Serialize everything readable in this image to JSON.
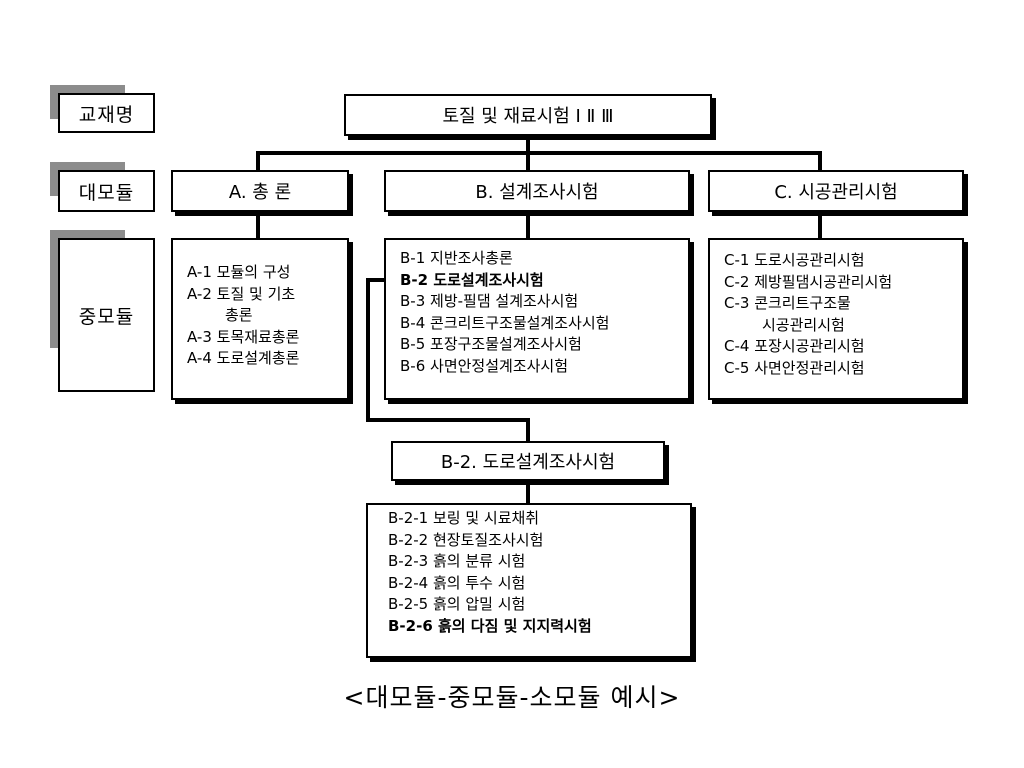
{
  "labels": {
    "textbook": "교재명",
    "large_module": "대모듈",
    "medium_module": "중모듈"
  },
  "root": {
    "title": "토질 및 재료시험 Ⅰ Ⅱ Ⅲ"
  },
  "modules": {
    "a": {
      "title": "A. 총  론",
      "items": [
        {
          "text": "A-1 모듈의 구성"
        },
        {
          "text": "A-2 토질 및 기초"
        },
        {
          "text": "총론",
          "indent": true
        },
        {
          "text": "A-3 토목재료총론"
        },
        {
          "text": "A-4 도로설계총론"
        }
      ]
    },
    "b": {
      "title": "B. 설계조사시험",
      "items": [
        {
          "text": "B-1 지반조사총론"
        },
        {
          "text": "B-2 도로설계조사시험",
          "bold": true
        },
        {
          "text": "B-3 제방-필댐 설계조사시험"
        },
        {
          "text": "B-4 콘크리트구조물설계조사시험"
        },
        {
          "text": "B-5 포장구조물설계조사시험"
        },
        {
          "text": "B-6 사면안정설계조사시험"
        }
      ]
    },
    "c": {
      "title": "C. 시공관리시험",
      "items": [
        {
          "text": "C-1 도로시공관리시험"
        },
        {
          "text": "C-2 제방필댐시공관리시험"
        },
        {
          "text": "C-3 콘크리트구조물"
        },
        {
          "text": "시공관리시험",
          "indent": true
        },
        {
          "text": "C-4 포장시공관리시험"
        },
        {
          "text": "C-5 사면안정관리시험"
        }
      ]
    }
  },
  "sub_module": {
    "title": "B-2. 도로설계조사시험",
    "items": [
      {
        "text": "B-2-1 보링 및 시료채취"
      },
      {
        "text": "B-2-2 현장토질조사시험"
      },
      {
        "text": "B-2-3 흙의 분류 시험"
      },
      {
        "text": "B-2-4 흙의 투수 시험"
      },
      {
        "text": "B-2-5 흙의 압밀 시험"
      },
      {
        "text": "B-2-6 흙의 다짐 및 지지력시험",
        "bold": true
      }
    ]
  },
  "caption": "<대모듈-중모듈-소모듈 예시>"
}
